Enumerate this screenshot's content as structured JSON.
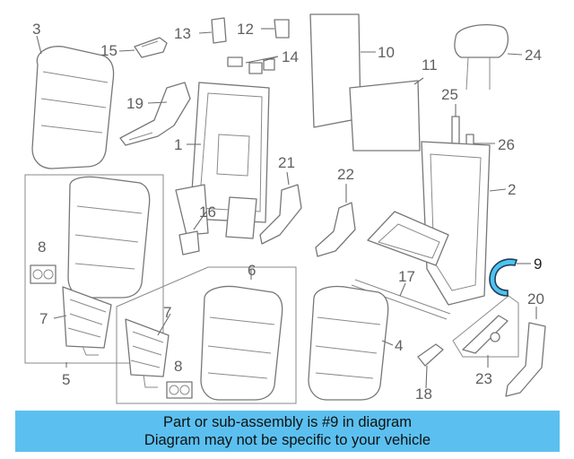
{
  "callouts": {
    "c1": "1",
    "c2": "2",
    "c3": "3",
    "c4": "4",
    "c5": "5",
    "c6": "6",
    "c7a": "7",
    "c7b": "7",
    "c8a": "8",
    "c8b": "8",
    "c9": "9",
    "c10": "10",
    "c11": "11",
    "c12": "12",
    "c13": "13",
    "c14": "14",
    "c15": "15",
    "c16": "16",
    "c17": "17",
    "c18": "18",
    "c19": "19",
    "c20": "20",
    "c21": "21",
    "c22": "22",
    "c23": "23",
    "c24": "24",
    "c25": "25",
    "c26": "26"
  },
  "highlight": {
    "part": "9",
    "color": "#4fc3f2"
  },
  "banner": {
    "line1": "Part or sub-assembly is #9 in diagram",
    "line2": "Diagram may not be specific to your vehicle",
    "background": "#5bc0f0"
  }
}
